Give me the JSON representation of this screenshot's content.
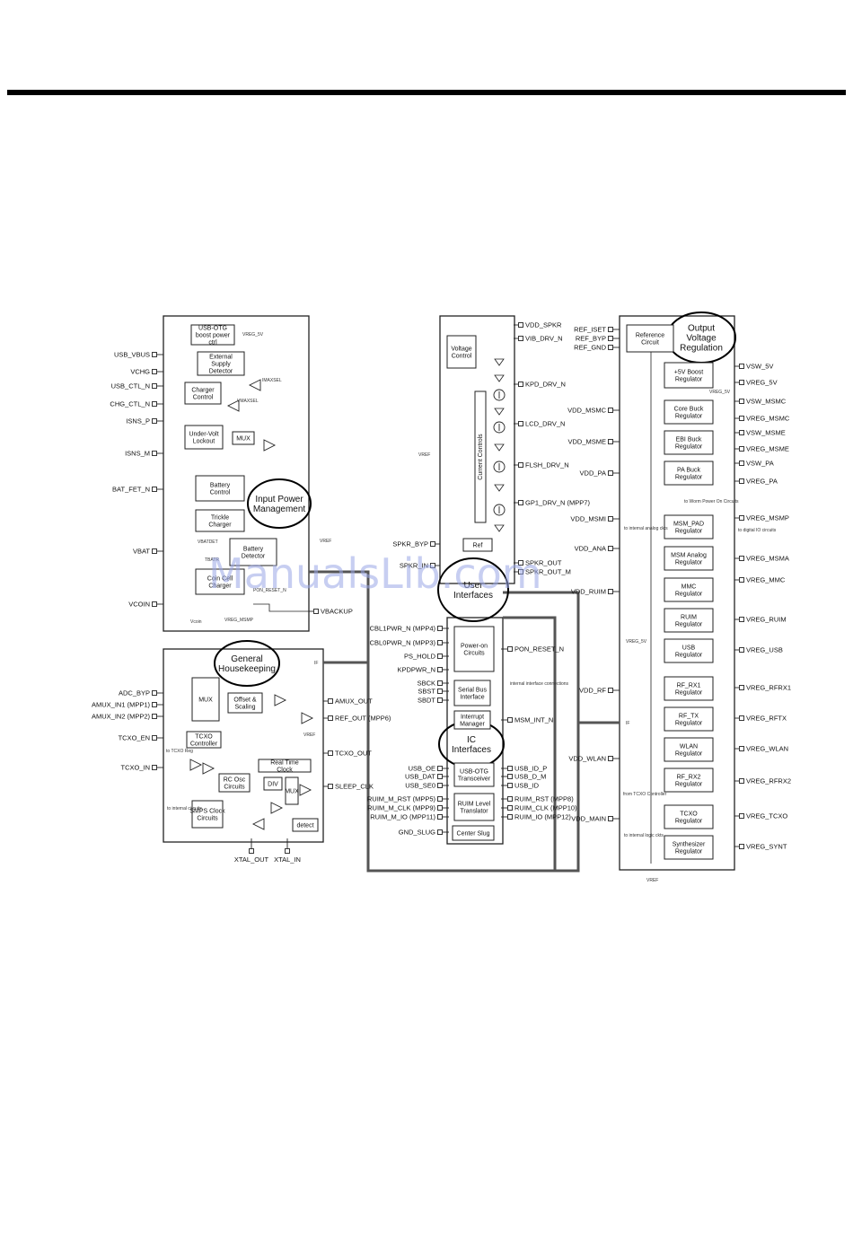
{
  "watermark": "ManualsLib.com",
  "sections": {
    "input_power": "Input Power Management",
    "housekeeping": "General Housekeeping",
    "user_interfaces": "User Interfaces",
    "ic_interfaces": "IC Interfaces",
    "output_regulation": "Output Voltage Regulation"
  },
  "left_top": {
    "pins": [
      "USB_VBUS",
      "VCHG",
      "USB_CTL_N",
      "CHG_CTL_N",
      "ISNS_P",
      "ISNS_M",
      "BAT_FET_N",
      "VBAT",
      "VCOIN"
    ],
    "blocks": [
      "USB-OTG boost power ctrl",
      "External Supply Detector",
      "Charger Control",
      "Under-Volt Lockout",
      "MUX",
      "Battery Control",
      "Trickle Charger",
      "Battery Detector",
      "Coin Cell Charger"
    ],
    "right_pins": [
      "VBACKUP"
    ],
    "small": [
      "VREG_5V",
      "IMAXSEL",
      "VMAXSEL",
      "VBATDET",
      "TBATR",
      "VREF",
      "PON_RESET_N",
      "VREG_MSMP",
      "Vcoin"
    ]
  },
  "left_bottom": {
    "pins": [
      "ADC_BYP",
      "AMUX_IN1 (MPP1)",
      "AMUX_IN2 (MPP2)",
      "TCXO_EN",
      "TCXO_IN"
    ],
    "bottom_pins": [
      "XTAL_OUT",
      "XTAL_IN"
    ],
    "right_pins": [
      "AMUX_OUT",
      "REF_OUT (MPP6)",
      "TCXO_OUT",
      "SLEEP_CLK"
    ],
    "blocks": [
      "MUX",
      "Offset & Scaling",
      "TCXO Controller",
      "RC Osc Circuits",
      "Real Time Clock",
      "DIV",
      "MUX",
      "SMPS Clock Circuits",
      "detect"
    ],
    "small": [
      "IF",
      "VREF",
      "to TCXO Reg",
      "to internal circuits"
    ]
  },
  "center_top": {
    "pins_right": [
      "VDD_SPKR",
      "VIB_DRV_N",
      "KPD_DRV_N",
      "LCD_DRV_N",
      "FLSH_DRV_N",
      "GP1_DRV_N (MPP7)",
      "SPKR_OUT",
      "SPKR_OUT_M"
    ],
    "pins_left": [
      "SPKR_BYP",
      "SPKR_IN"
    ],
    "blocks": [
      "Voltage Control",
      "Current Controls",
      "Ref"
    ],
    "small": [
      "VREF"
    ]
  },
  "center_bottom": {
    "pins_left": [
      "CBL1PWR_N (MPP4)",
      "CBL0PWR_N (MPP3)",
      "PS_HOLD",
      "KPDPWR_N",
      "SBCK",
      "SBST",
      "SBDT",
      "USB_OE",
      "USB_DAT",
      "USB_SE0",
      "RUIM_M_RST (MPP5)",
      "RUIM_M_CLK (MPP9)",
      "RUIM_M_IO (MPP11)",
      "GND_SLUG"
    ],
    "pins_right": [
      "PON_RESET_N",
      "MSM_INT_N",
      "USB_ID_P",
      "USB_D_M",
      "USB_ID",
      "RUIM_RST (MPP8)",
      "RUIM_CLK (MPP10)",
      "RUIM_IO (MPP12)"
    ],
    "blocks": [
      "Power-on Circuits",
      "Serial Bus Interface",
      "Interrupt Manager",
      "USB-OTG Transceiver",
      "RUIM Level Translator",
      "Center Slug"
    ],
    "small": [
      "internal interface connections"
    ]
  },
  "right": {
    "pins_left": [
      "REF_ISET",
      "REF_BYP",
      "REF_GND",
      "VDD_MSMC",
      "VDD_MSME",
      "VDD_PA",
      "VDD_MSMI",
      "VDD_ANA",
      "VDD_RUIM",
      "VDD_RF",
      "VDD_WLAN",
      "VDD_MAIN"
    ],
    "pins_right": [
      "VSW_5V",
      "VREG_5V",
      "VSW_MSMC",
      "VREG_MSMC",
      "VSW_MSME",
      "VREG_MSME",
      "VSW_PA",
      "VREG_PA",
      "VREG_MSMP",
      "VREG_MSMA",
      "VREG_MMC",
      "VREG_RUIM",
      "VREG_USB",
      "VREG_RFRX1",
      "VREG_RFTX",
      "VREG_WLAN",
      "VREG_RFRX2",
      "VREG_TCXO",
      "VREG_SYNT"
    ],
    "blocks": [
      "Reference Circuit",
      "+5V Boost Regulator",
      "Core Buck Regulator",
      "EBI Buck Regulator",
      "PA Buck Regulator",
      "MSM_PAD Regulator",
      "MSM Analog Regulator",
      "MMC Regulator",
      "RUIM Regulator",
      "USB Regulator",
      "RF_RX1 Regulator",
      "RF_TX Regulator",
      "WLAN Regulator",
      "RF_RX2 Regulator",
      "TCXO Regulator",
      "Synthesizer Regulator"
    ],
    "small": [
      "VREG_5V",
      "to Worm Power On Circuits",
      "to digital IO circuits",
      "to internal analog ckts",
      "VREG_5V",
      "IF",
      "from TCXO Controller",
      "to internal logic ckts",
      "VREF"
    ]
  }
}
